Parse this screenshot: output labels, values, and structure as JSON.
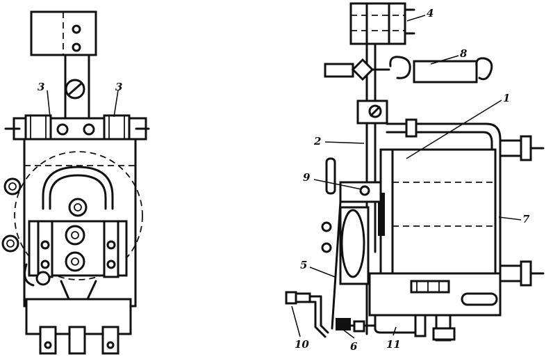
{
  "callouts": {
    "c1": "1",
    "c2": "2",
    "c3_left": "3",
    "c3_right": "3",
    "c4": "4",
    "c5": "5",
    "c6": "6",
    "c7": "7",
    "c8": "8",
    "c9": "9",
    "c10": "10",
    "c11": "11"
  }
}
